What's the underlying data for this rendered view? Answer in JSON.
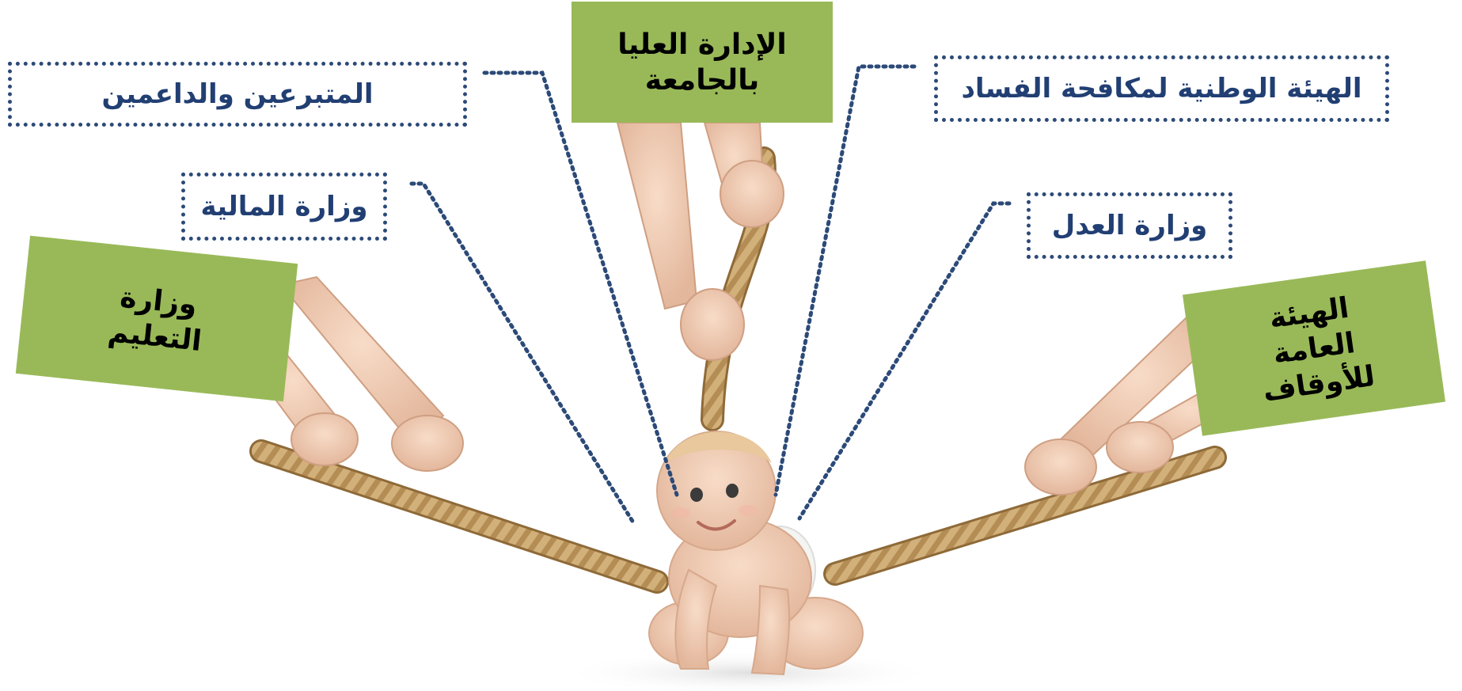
{
  "boxes": {
    "donors": "المتبرعين والداعمين",
    "finance": "وزارة المالية",
    "anticorruption": "الهيئة الوطنية لمكافحة الفساد",
    "justice": "وزارة العدل",
    "admin": [
      "الإدارة العليا",
      "بالجامعة"
    ],
    "education": [
      "وزارة",
      "التعليم"
    ],
    "awqaf": [
      "الهيئة",
      "العامة",
      "للأوقاف"
    ]
  },
  "colors": {
    "green_box": "#99b958",
    "dotted_border": "#2c4a78",
    "dotted_text": "#213f73",
    "rope": "#c9a46a",
    "skin": "#e8b89a"
  },
  "illustration": {
    "subject": "baby-crawling",
    "ropes": 3
  }
}
